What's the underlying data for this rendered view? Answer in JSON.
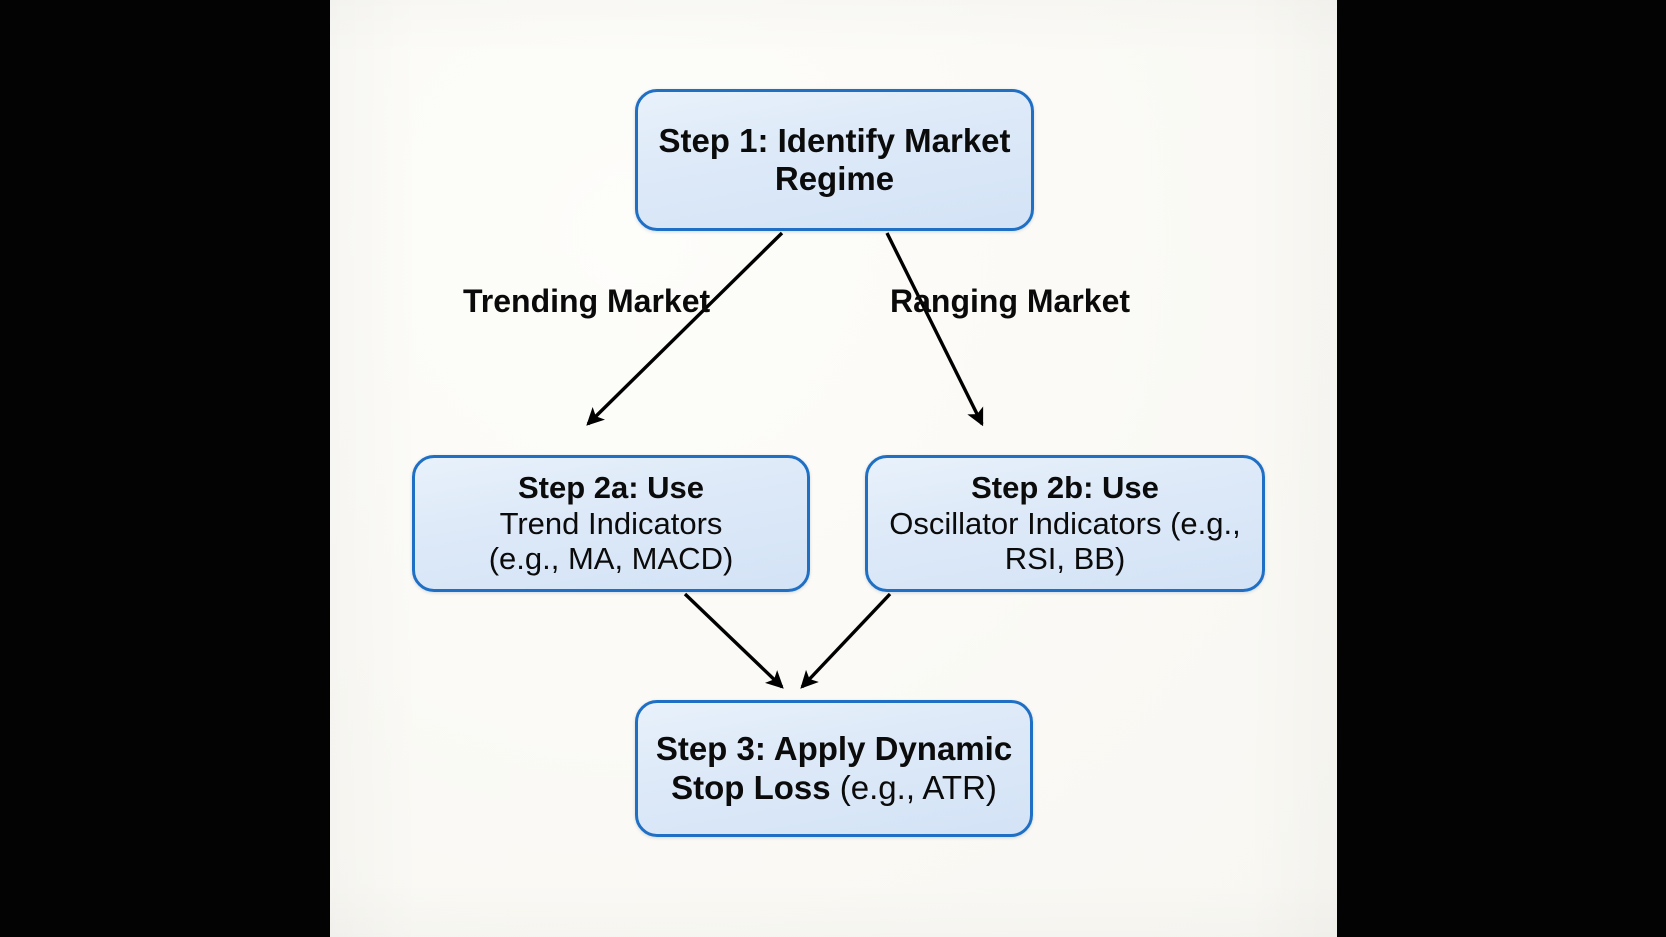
{
  "slide": {
    "background_color": "#fbfaf6",
    "letterbox_color": "#030303"
  },
  "diagram": {
    "type": "flowchart",
    "orientation": "top-down",
    "accent_color": "#1f6fc4",
    "node_fill_color": "#dde9f8",
    "edge_color": "#000000",
    "nodes": [
      {
        "id": "step1",
        "title": "Step 1: Identify Market Regime",
        "line1_bold": "Step 1: Identify Market",
        "line2_bold": "Regime"
      },
      {
        "id": "step2a",
        "title": "Step 2a: Use Trend Indicators (e.g., MA, MACD)",
        "line1_bold": "Step 2a: Use",
        "line2_regular": "Trend Indicators",
        "line3_regular": "(e.g., MA, MACD)"
      },
      {
        "id": "step2b",
        "title": "Step 2b: Use Oscillator Indicators (e.g., RSI, BB)",
        "line1_bold": "Step 2b: Use",
        "line2_regular": "Oscillator Indicators (e.g.,",
        "line3_regular": "RSI, BB)"
      },
      {
        "id": "step3",
        "title": "Step 3: Apply Dynamic Stop Loss (e.g., ATR)",
        "line1_bold": "Step 3: Apply Dynamic",
        "line2_bold": "Stop Loss ",
        "line2_regular": "(e.g., ATR)"
      }
    ],
    "edges": [
      {
        "from": "step1",
        "to": "step2a",
        "label": "Trending Market"
      },
      {
        "from": "step1",
        "to": "step2b",
        "label": "Ranging Market"
      },
      {
        "from": "step2a",
        "to": "step3",
        "label": ""
      },
      {
        "from": "step2b",
        "to": "step3",
        "label": ""
      }
    ]
  }
}
